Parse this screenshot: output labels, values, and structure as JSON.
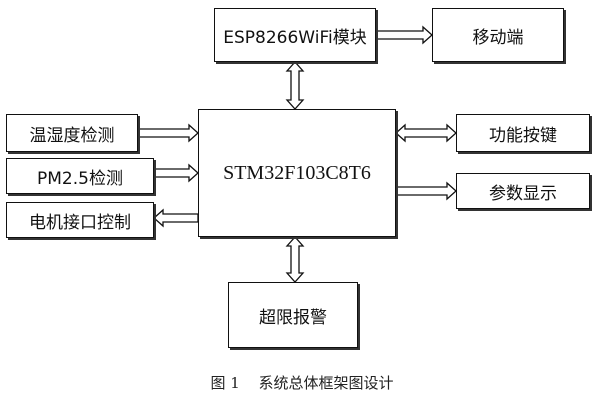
{
  "diagram": {
    "nodes": {
      "center": "STM32F103C8T6",
      "wifi": "ESP8266WiFi模块",
      "mobile": "移动端",
      "temp": "温湿度检测",
      "pm": "PM2.5检测",
      "motor": "电机接口控制",
      "func": "功能按键",
      "param": "参数显示",
      "alarm": "超限报警"
    },
    "edges": [
      {
        "from": "wifi",
        "to": "mobile",
        "direction": "one-way"
      },
      {
        "from": "wifi",
        "to": "center",
        "direction": "two-way"
      },
      {
        "from": "temp",
        "to": "center",
        "direction": "one-way"
      },
      {
        "from": "pm",
        "to": "center",
        "direction": "one-way"
      },
      {
        "from": "center",
        "to": "motor",
        "direction": "one-way"
      },
      {
        "from": "center",
        "to": "func",
        "direction": "two-way"
      },
      {
        "from": "center",
        "to": "param",
        "direction": "one-way"
      },
      {
        "from": "center",
        "to": "alarm",
        "direction": "two-way"
      }
    ]
  },
  "caption": {
    "number": "图 1",
    "title": "系统总体框架图设计"
  }
}
